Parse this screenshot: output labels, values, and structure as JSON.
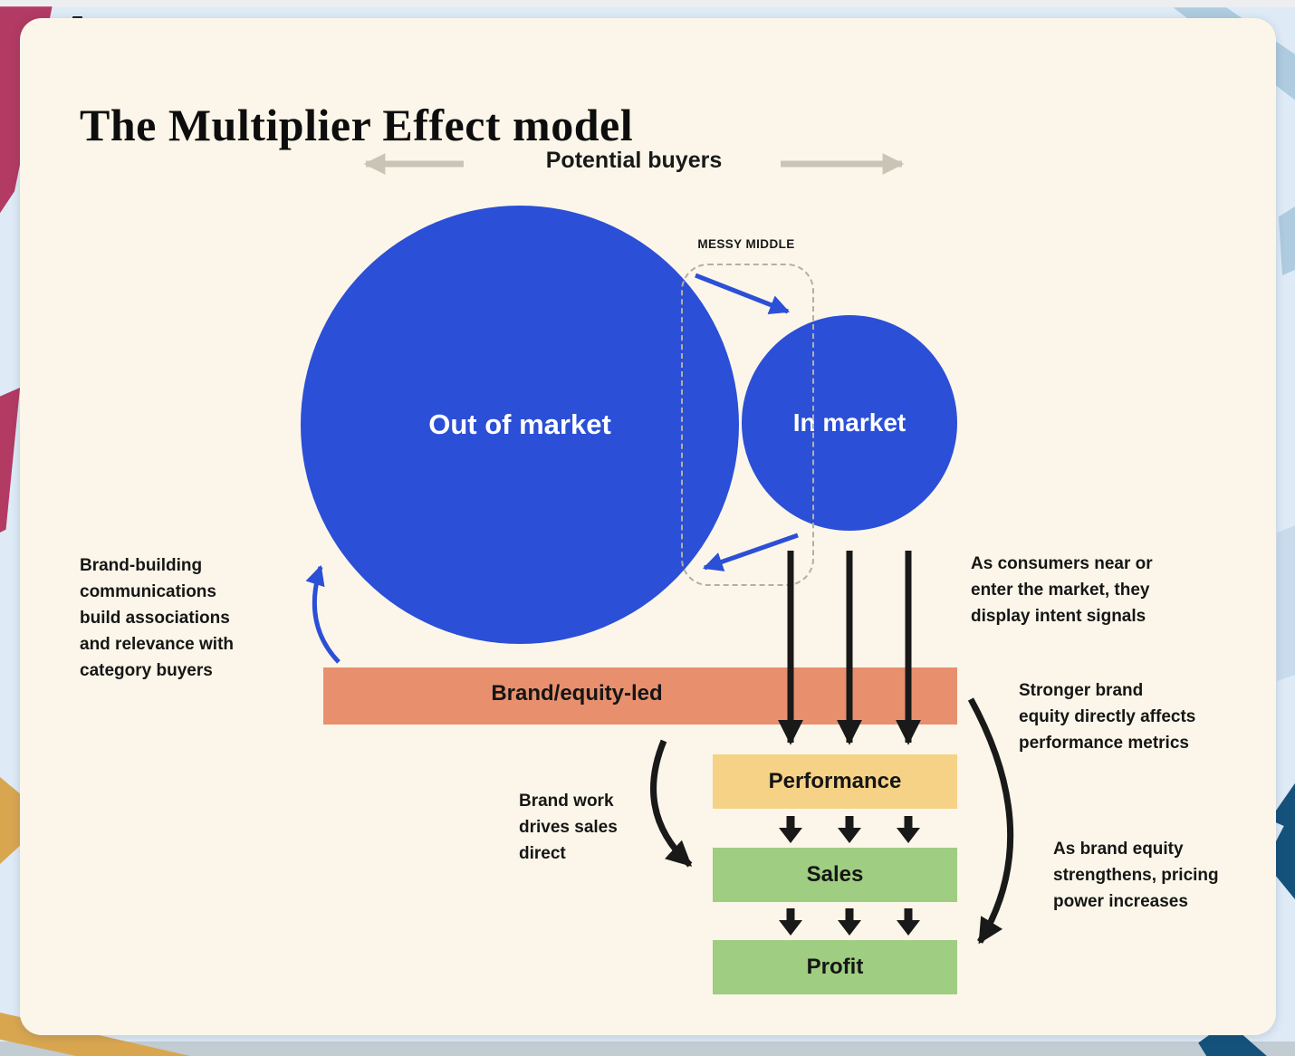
{
  "title": "The Multiplier Effect model",
  "potential_buyers": {
    "label": "Potential buyers"
  },
  "market_circles": {
    "out_of_market": {
      "label": "Out of market"
    },
    "in_market": {
      "label": "In market"
    }
  },
  "messy_middle": {
    "label": "MESSY MIDDLE"
  },
  "funnel": {
    "brand_equity_bar": {
      "label": "Brand/equity-led"
    },
    "performance_box": {
      "label": "Performance"
    },
    "sales_box": {
      "label": "Sales"
    },
    "profit_box": {
      "label": "Profit"
    }
  },
  "annotations": {
    "brand_building": "Brand-building\ncommunications\nbuild associations\nand relevance with\ncategory buyers",
    "intent_signals": "As consumers near or\nenter the market, they\ndisplay intent signals",
    "stronger_brand": "Stronger brand\nequity directly affects\nperformance metrics",
    "brand_work": "Brand work\ndrives sales\ndirect",
    "pricing_power": "As brand equity\nstrengthens, pricing\npower increases"
  },
  "colors": {
    "blue": "#2B4FD6",
    "card_cream": "#FBF6E9",
    "bar_orange": "#E8906E",
    "box_yellow": "#F6D287",
    "box_green": "#9FCD82",
    "arrow_gray": "#CBC4B6",
    "dash_gray": "#B5AFA3",
    "ink_black": "#191919",
    "bg_blue": "#DEEAF6",
    "band_blue": "#AECBDF",
    "accent_magenta": "#B23A63",
    "accent_gold": "#D9A650",
    "accent_navy": "#14527C"
  }
}
